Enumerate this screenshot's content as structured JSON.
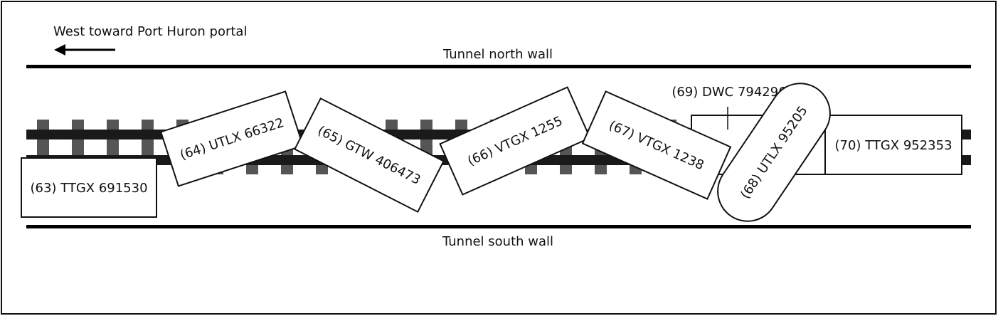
{
  "direction_label": "West toward Port Huron portal",
  "north_wall_label": "Tunnel north wall",
  "south_wall_label": "Tunnel south wall",
  "cars": {
    "c63": "(63) TTGX 691530",
    "c64": "(64) UTLX 66322",
    "c65": "(65) GTW 406473",
    "c66": "(66) VTGX 1255",
    "c67": "(67) VTGX 1238",
    "c68": "(68) UTLX 95205",
    "c69": "(69) DWC 794296",
    "c70": "(70) TTGX 952353"
  },
  "colors": {
    "tie": "#555555",
    "rail": "#1a1a1a",
    "wall": "#000000"
  }
}
